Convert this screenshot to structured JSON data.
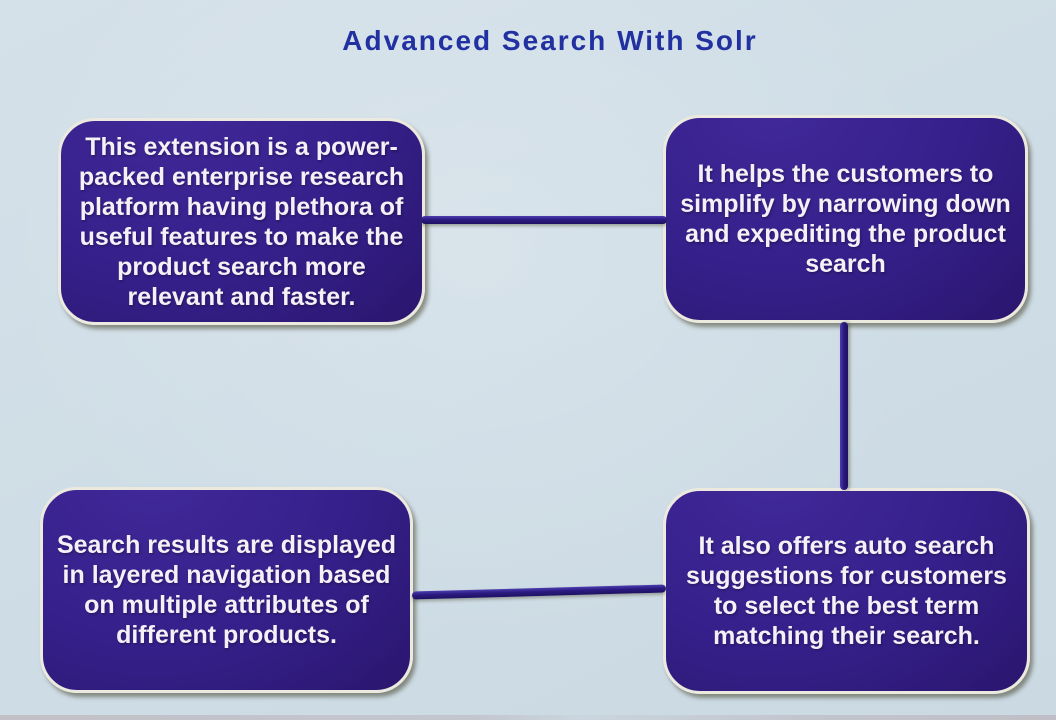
{
  "title": "Advanced Search With Solr",
  "colors": {
    "background": "#cfdde6",
    "box_fill": "#35208b",
    "box_border": "#eceadf",
    "box_text": "#f3f1f5",
    "connector": "#2b1b80",
    "title_text": "#2231a2"
  },
  "nodes": [
    {
      "id": "extension-overview",
      "text": "This extension is a power-\npacked enterprise research\nplatform having plethora of\nuseful features to make the\nproduct search more\nrelevant and faster."
    },
    {
      "id": "helps-customers",
      "text": "It helps the customers to\nsimplify by narrowing down\nand expediting the product\nsearch"
    },
    {
      "id": "layered-navigation",
      "text": "Search results are displayed\nin layered navigation based\non multiple attributes of\ndifferent products."
    },
    {
      "id": "auto-suggestions",
      "text": "It also offers auto search\nsuggestions for customers\nto select the best term\nmatching their search."
    }
  ],
  "edges": [
    {
      "from": "extension-overview",
      "to": "helps-customers"
    },
    {
      "from": "helps-customers",
      "to": "auto-suggestions"
    },
    {
      "from": "layered-navigation",
      "to": "auto-suggestions"
    }
  ]
}
